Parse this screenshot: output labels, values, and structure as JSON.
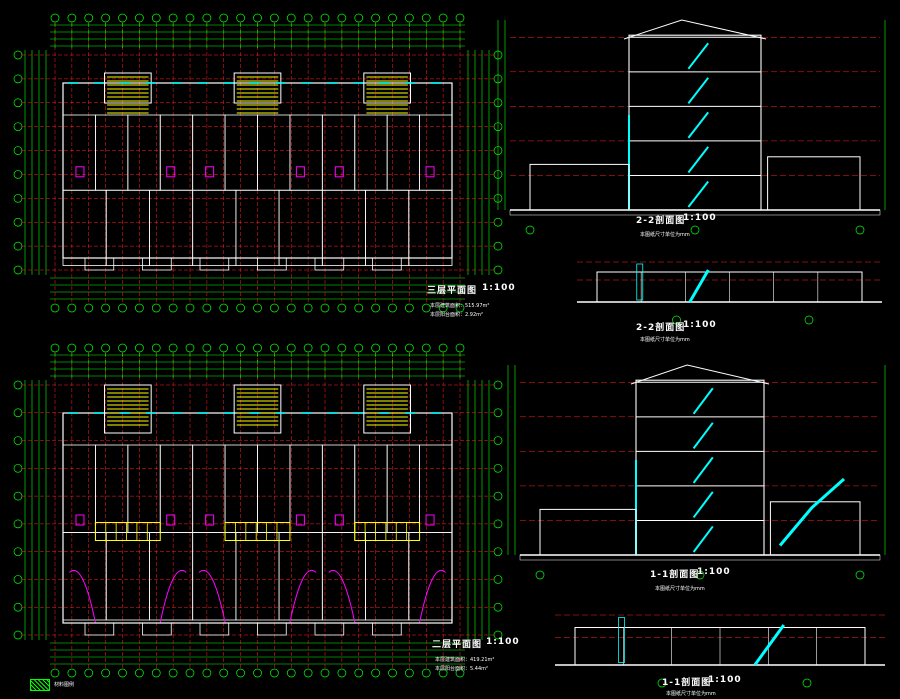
{
  "colors": {
    "background": "#000000",
    "grid": "#00ff00",
    "axis": "#ff2020",
    "wall": "#ffffff",
    "stair": "#ffff00",
    "window": "#00ffff",
    "accent": "#ff00ff",
    "text": "#ffffff"
  },
  "plans": {
    "third": {
      "title": "三层平面图",
      "scale": "1:100",
      "area_note": "本层建筑面积：515.97m²",
      "area_note2": "本层阳台面积：2.92m²"
    },
    "second": {
      "title": "二层平面图",
      "scale": "1:100",
      "area_note": "本层建筑面积：419.21m²",
      "area_note2": "本层阳台面积：5.44m²"
    }
  },
  "sections": {
    "s22_main": {
      "title": "2-2剖面图",
      "scale": "1:100",
      "note": "本图纸尺寸单位为mm"
    },
    "s33": {
      "title": "2-2剖面图",
      "scale": "1:100",
      "note": "本图纸尺寸单位为mm"
    },
    "s11_main": {
      "title": "1-1剖面图",
      "scale": "1:100",
      "note": "本图纸尺寸单位为mm"
    },
    "s11_lower": {
      "title": "1-1剖面图",
      "scale": "1:100",
      "note": "本图纸尺寸单位为mm"
    }
  },
  "legend": {
    "label": "材料图例"
  }
}
